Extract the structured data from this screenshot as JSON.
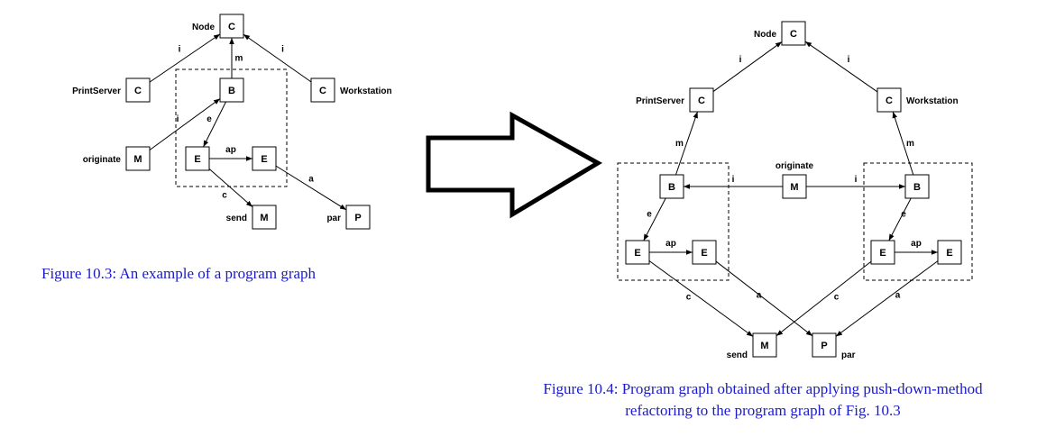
{
  "figure1": {
    "caption": "Figure 10.3: An example of a program graph",
    "nodes": {
      "n1_root": {
        "letter": "C",
        "label": "Node"
      },
      "n1_ps": {
        "letter": "C",
        "label": "PrintServer"
      },
      "n1_ws": {
        "letter": "C",
        "label": "Workstation"
      },
      "n1_b": {
        "letter": "B",
        "label": ""
      },
      "n1_orig": {
        "letter": "M",
        "label": "originate"
      },
      "n1_e1": {
        "letter": "E",
        "label": ""
      },
      "n1_e2": {
        "letter": "E",
        "label": ""
      },
      "n1_send": {
        "letter": "M",
        "label": "send"
      },
      "n1_par": {
        "letter": "P",
        "label": "par"
      }
    },
    "edges": [
      {
        "from": "n1_ps",
        "to": "n1_root",
        "label": "i"
      },
      {
        "from": "n1_ws",
        "to": "n1_root",
        "label": "i"
      },
      {
        "from": "n1_b",
        "to": "n1_root",
        "label": "m"
      },
      {
        "from": "n1_orig",
        "to": "n1_b",
        "label": "i"
      },
      {
        "from": "n1_b",
        "to": "n1_e1",
        "label": "e"
      },
      {
        "from": "n1_e1",
        "to": "n1_e2",
        "label": "ap"
      },
      {
        "from": "n1_e1",
        "to": "n1_send",
        "label": "c"
      },
      {
        "from": "n1_e2",
        "to": "n1_par",
        "label": "a"
      }
    ]
  },
  "figure2": {
    "caption_line1": "Figure 10.4: Program graph obtained after applying push-down-method",
    "caption_line2": "refactoring to the program graph of Fig. 10.3",
    "nodes": {
      "n2_root": {
        "letter": "C",
        "label": "Node"
      },
      "n2_ps": {
        "letter": "C",
        "label": "PrintServer"
      },
      "n2_ws": {
        "letter": "C",
        "label": "Workstation"
      },
      "n2_orig": {
        "letter": "M",
        "label": "originate"
      },
      "n2_bl": {
        "letter": "B",
        "label": ""
      },
      "n2_br": {
        "letter": "B",
        "label": ""
      },
      "n2_el1": {
        "letter": "E",
        "label": ""
      },
      "n2_el2": {
        "letter": "E",
        "label": ""
      },
      "n2_er1": {
        "letter": "E",
        "label": ""
      },
      "n2_er2": {
        "letter": "E",
        "label": ""
      },
      "n2_send": {
        "letter": "M",
        "label": "send"
      },
      "n2_par": {
        "letter": "P",
        "label": "par"
      }
    },
    "edges": [
      {
        "from": "n2_ps",
        "to": "n2_root",
        "label": "i"
      },
      {
        "from": "n2_ws",
        "to": "n2_root",
        "label": "i"
      },
      {
        "from": "n2_bl",
        "to": "n2_ps",
        "label": "m"
      },
      {
        "from": "n2_br",
        "to": "n2_ws",
        "label": "m"
      },
      {
        "from": "n2_orig",
        "to": "n2_bl",
        "label": "i"
      },
      {
        "from": "n2_orig",
        "to": "n2_br",
        "label": "i"
      },
      {
        "from": "n2_bl",
        "to": "n2_el1",
        "label": "e"
      },
      {
        "from": "n2_br",
        "to": "n2_er1",
        "label": "e"
      },
      {
        "from": "n2_el1",
        "to": "n2_el2",
        "label": "ap"
      },
      {
        "from": "n2_er1",
        "to": "n2_er2",
        "label": "ap"
      },
      {
        "from": "n2_el1",
        "to": "n2_send",
        "label": "c"
      },
      {
        "from": "n2_er1",
        "to": "n2_send",
        "label": "c"
      },
      {
        "from": "n2_el2",
        "to": "n2_par",
        "label": "a"
      },
      {
        "from": "n2_er2",
        "to": "n2_par",
        "label": "a"
      }
    ]
  }
}
